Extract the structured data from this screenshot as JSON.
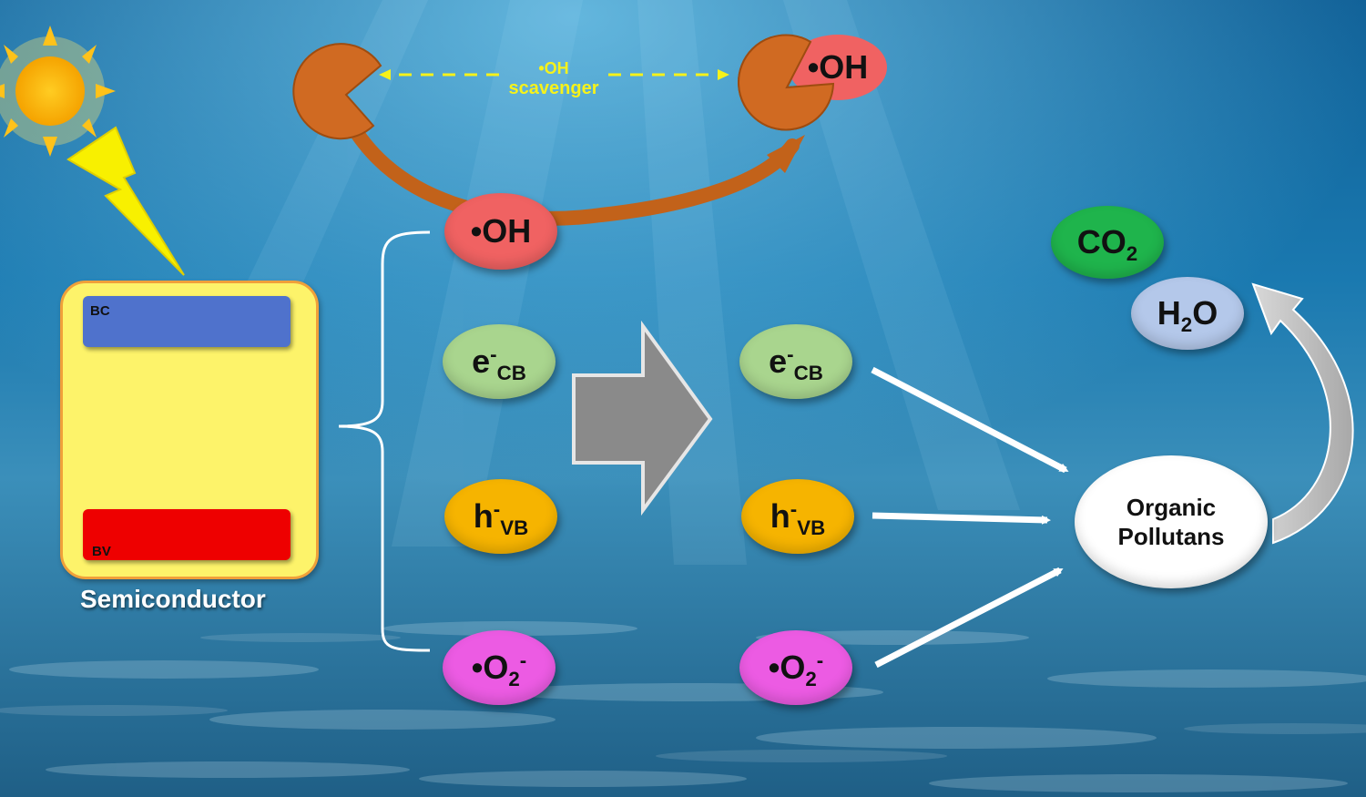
{
  "diagram": {
    "semiconductor": {
      "label": "Semiconductor",
      "bc_label": "BC",
      "bv_label": "BV",
      "bc_color": "#4f72cc",
      "bv_color": "#ee0000"
    },
    "scavenger": {
      "radical": "•OH",
      "word": "scavenger",
      "oh_label": "•OH"
    },
    "species_left": {
      "oh": "•OH",
      "e": {
        "base": "e",
        "sup": "-",
        "sub": "CB"
      },
      "h": {
        "base": "h",
        "sup": "-",
        "sub": "VB"
      },
      "o2": {
        "base": "•O",
        "sub": "2",
        "sup": "-"
      }
    },
    "species_right": {
      "e": {
        "base": "e",
        "sup": "-",
        "sub": "CB"
      },
      "h": {
        "base": "h",
        "sup": "-",
        "sub": "VB"
      },
      "o2": {
        "base": "•O",
        "sub": "2",
        "sup": "-"
      }
    },
    "products": {
      "co2": {
        "base": "CO",
        "sub": "2"
      },
      "h2o": {
        "pre": "H",
        "sub": "2",
        "post": "O"
      }
    },
    "pollutants": {
      "line1": "Organic",
      "line2": "Pollutans"
    },
    "colors": {
      "oh": "#f06262",
      "e": "#a9d58e",
      "h": "#f6b400",
      "o2": "#ec5be3",
      "co2": "#1fb44c",
      "h2o": "#b4c8ea",
      "pollutants": "#ffffff",
      "scavenger_body": "#d2691e"
    }
  }
}
